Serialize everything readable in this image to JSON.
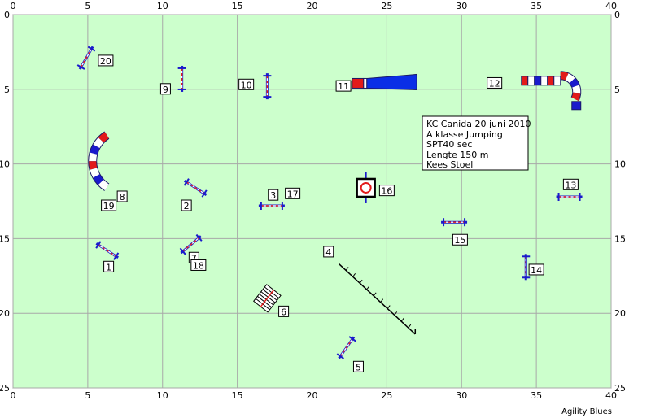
{
  "chart_data": {
    "type": "scatter",
    "x_ticks": [
      "0",
      "5",
      "10",
      "15",
      "20",
      "25",
      "30",
      "35",
      "40"
    ],
    "y_ticks": [
      "0",
      "5",
      "10",
      "15",
      "20",
      "25"
    ],
    "xlim": [
      0,
      40
    ],
    "ylim": [
      0,
      25
    ],
    "grid": true,
    "background": "#ccffcc",
    "grid_color": "#a8a8a8",
    "obstacles": [
      {
        "number": "1",
        "kind": "jump",
        "x": 6.3,
        "y": 15.8,
        "angle": 33,
        "label_x": 6.4,
        "label_y": 16.9
      },
      {
        "number": "2",
        "kind": "jump",
        "x": 12.2,
        "y": 11.6,
        "angle": 33,
        "label_x": 11.6,
        "label_y": 12.8
      },
      {
        "number": "3",
        "kind": "jump",
        "x": 17.3,
        "y": 12.8,
        "angle": 0,
        "label_x": 17.4,
        "label_y": 12.1
      },
      {
        "number": "4",
        "kind": "dogwalk",
        "x": 21.8,
        "y": 16.7,
        "x2": 26.9,
        "y2": 21.4,
        "label_x": 21.1,
        "label_y": 15.9
      },
      {
        "number": "5",
        "kind": "jump",
        "x": 22.3,
        "y": 22.3,
        "angle": -55,
        "label_x": 23.1,
        "label_y": 23.6
      },
      {
        "number": "6",
        "kind": "chute",
        "x": 17.0,
        "y": 19.0,
        "label_x": 18.1,
        "label_y": 19.9
      },
      {
        "number": "7",
        "kind": "jump",
        "x": 11.9,
        "y": 15.4,
        "angle": -40,
        "label_x": 12.1,
        "label_y": 16.3
      },
      {
        "number": "8",
        "kind": "label",
        "x": 0,
        "y": 0,
        "label_x": 7.3,
        "label_y": 12.2
      },
      {
        "number": "9",
        "kind": "jump",
        "x": 11.3,
        "y": 4.3,
        "angle": 90,
        "label_x": 10.2,
        "label_y": 5.0
      },
      {
        "number": "10",
        "kind": "jump",
        "x": 17.0,
        "y": 4.8,
        "angle": 90,
        "label_x": 15.6,
        "label_y": 4.7
      },
      {
        "number": "11",
        "kind": "chute_tunnel",
        "x": 23.5,
        "y": 4.6,
        "x2": 27.0,
        "y2": 4.6,
        "label_x": 22.1,
        "label_y": 4.8
      },
      {
        "number": "12",
        "kind": "tunnel_curve",
        "x": 34.0,
        "y": 4.4,
        "label_x": 32.2,
        "label_y": 4.6
      },
      {
        "number": "13",
        "kind": "jump",
        "x": 37.2,
        "y": 12.2,
        "angle": 0,
        "label_x": 37.3,
        "label_y": 11.4
      },
      {
        "number": "14",
        "kind": "jump",
        "x": 34.3,
        "y": 16.9,
        "angle": 90,
        "label_x": 35.0,
        "label_y": 17.1
      },
      {
        "number": "15",
        "kind": "jump",
        "x": 29.5,
        "y": 13.9,
        "angle": 0,
        "label_x": 29.9,
        "label_y": 15.1
      },
      {
        "number": "16",
        "kind": "table",
        "x": 23.6,
        "y": 11.6,
        "label_x": 25.0,
        "label_y": 11.8
      },
      {
        "number": "17",
        "kind": "label",
        "x": 0,
        "y": 0,
        "label_x": 18.7,
        "label_y": 12.0
      },
      {
        "number": "18",
        "kind": "label",
        "x": 0,
        "y": 0,
        "label_x": 12.4,
        "label_y": 16.8
      },
      {
        "number": "19",
        "kind": "tunnel_curve",
        "x": 5.1,
        "y": 7.8,
        "label_x": 6.4,
        "label_y": 12.8
      },
      {
        "number": "20",
        "kind": "jump",
        "x": 4.9,
        "y": 2.9,
        "angle": -60,
        "label_x": 6.2,
        "label_y": 3.1
      }
    ]
  },
  "info_box": {
    "line1": "KC Canida 20 juni 2010",
    "line2": "A klasse Jumping",
    "line3": "SPT40 sec",
    "line4": "Lengte 150 m",
    "line5": "Kees Stoel"
  },
  "footer": "Agility Blues"
}
